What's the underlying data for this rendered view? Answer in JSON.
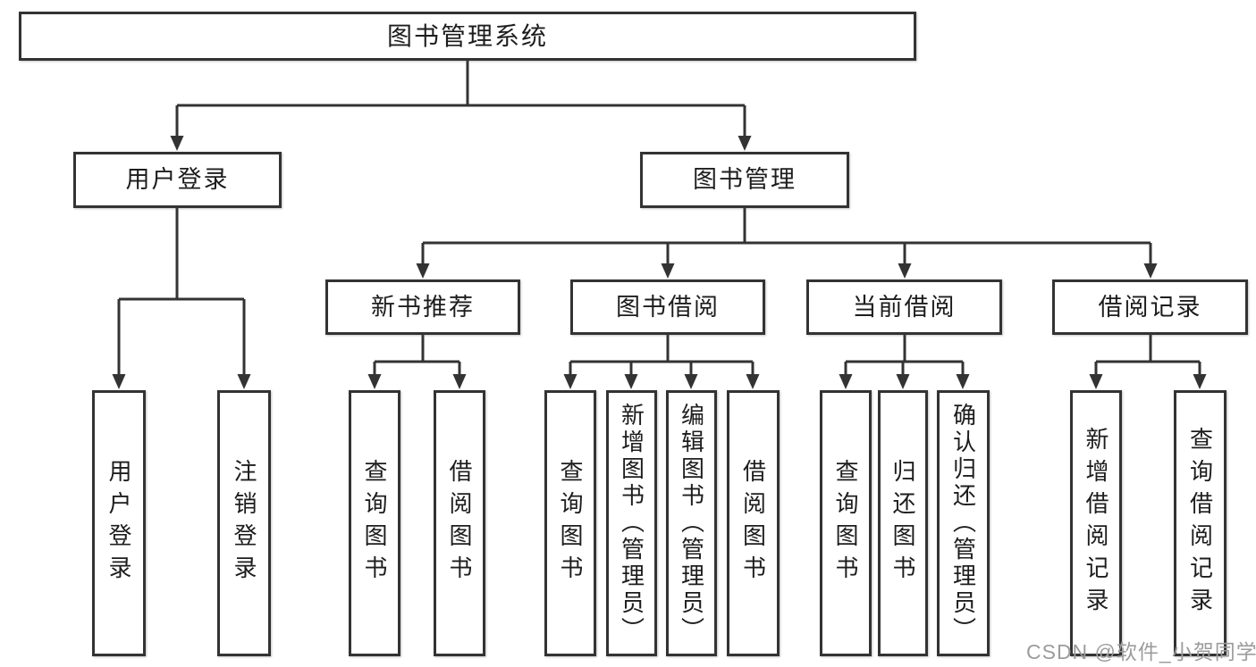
{
  "diagram": {
    "root": {
      "id": "root",
      "label": "图书管理系统"
    },
    "branches": [
      {
        "id": "user-login",
        "label": "用户登录",
        "parent": "root"
      },
      {
        "id": "book-mgmt",
        "label": "图书管理",
        "parent": "root"
      },
      {
        "id": "new-book-recommend",
        "label": "新书推荐",
        "parent": "book-mgmt"
      },
      {
        "id": "book-borrow",
        "label": "图书借阅",
        "parent": "book-mgmt"
      },
      {
        "id": "current-borrow",
        "label": "当前借阅",
        "parent": "book-mgmt"
      },
      {
        "id": "borrow-record",
        "label": "借阅记录",
        "parent": "book-mgmt"
      }
    ],
    "leaves": [
      {
        "id": "leaf-user-login",
        "label": "用户登录",
        "parent": "user-login"
      },
      {
        "id": "leaf-logout",
        "label": "注销登录",
        "parent": "user-login"
      },
      {
        "id": "leaf-query-book-recommend",
        "label": "查询图书",
        "parent": "new-book-recommend"
      },
      {
        "id": "leaf-borrow-book-recommend",
        "label": "借阅图书",
        "parent": "new-book-recommend"
      },
      {
        "id": "leaf-query-book-borrow",
        "label": "查询图书",
        "parent": "book-borrow"
      },
      {
        "id": "leaf-add-book-admin",
        "label": "新增图书（管理员）",
        "parent": "book-borrow"
      },
      {
        "id": "leaf-edit-book-admin",
        "label": "编辑图书（管理员）",
        "parent": "book-borrow"
      },
      {
        "id": "leaf-borrow-book-borrow",
        "label": "借阅图书",
        "parent": "book-borrow"
      },
      {
        "id": "leaf-query-book-current",
        "label": "查询图书",
        "parent": "current-borrow"
      },
      {
        "id": "leaf-return-book",
        "label": "归还图书",
        "parent": "current-borrow"
      },
      {
        "id": "leaf-confirm-return-admin",
        "label": "确认归还（管理员）",
        "parent": "current-borrow"
      },
      {
        "id": "leaf-add-borrow-record",
        "label": "新增借阅记录",
        "parent": "borrow-record"
      },
      {
        "id": "leaf-query-borrow-record",
        "label": "查询借阅记录",
        "parent": "borrow-record"
      }
    ]
  },
  "watermark": {
    "text": "CSDN @软件_小贺同学"
  },
  "colors": {
    "line": "#333333",
    "border": "#333333",
    "box_fill": "#ffffff",
    "text": "#1d1d1d",
    "watermark": "#9c9c9c",
    "background": "#ffffff"
  }
}
